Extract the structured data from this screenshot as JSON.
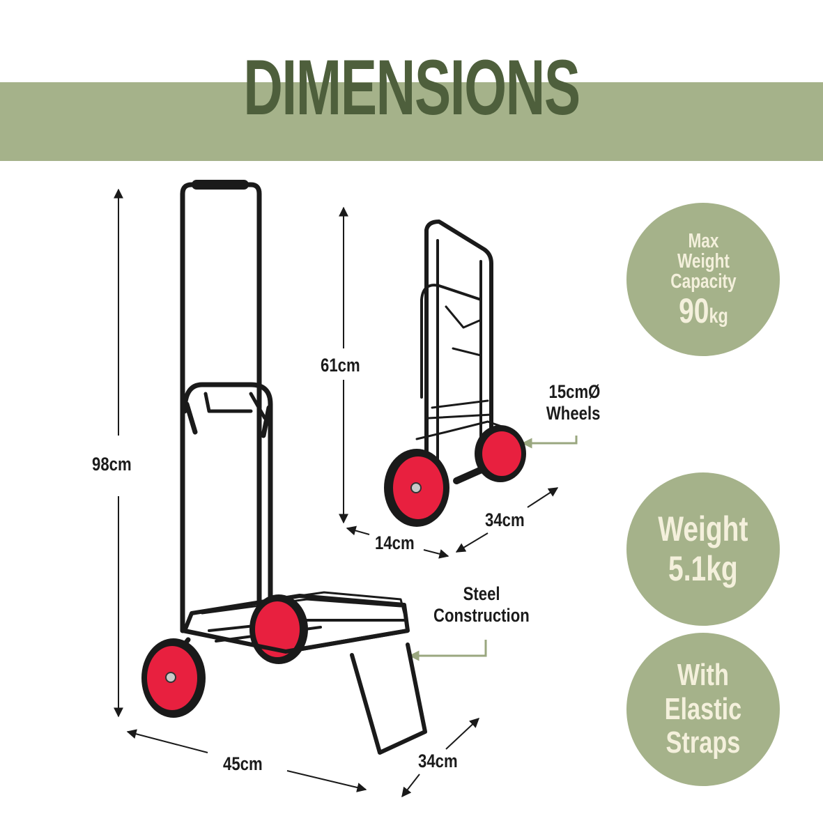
{
  "header": {
    "title": "DIMENSIONS"
  },
  "dimensions": {
    "height_open": "98cm",
    "width_open": "45cm",
    "depth_open": "34cm",
    "height_folded": "61cm",
    "depth_folded": "14cm",
    "width_folded": "34cm"
  },
  "callouts": {
    "wheels_line1": "15cmØ",
    "wheels_line2": "Wheels",
    "steel_line1": "Steel",
    "steel_line2": "Construction"
  },
  "badges": {
    "capacity": {
      "line1": "Max",
      "line2": "Weight",
      "line3": "Capacity",
      "value": "90",
      "unit": "kg"
    },
    "weight": {
      "line1": "Weight",
      "line2": "5.1kg"
    },
    "straps": {
      "line1": "With",
      "line2": "Elastic",
      "line3": "Straps"
    }
  },
  "colors": {
    "banner": "#a5b28a",
    "title": "#4e5f3c",
    "badge_text": "#f4f0dc",
    "frame": "#1a1a1a",
    "wheel": "#e8203f"
  }
}
